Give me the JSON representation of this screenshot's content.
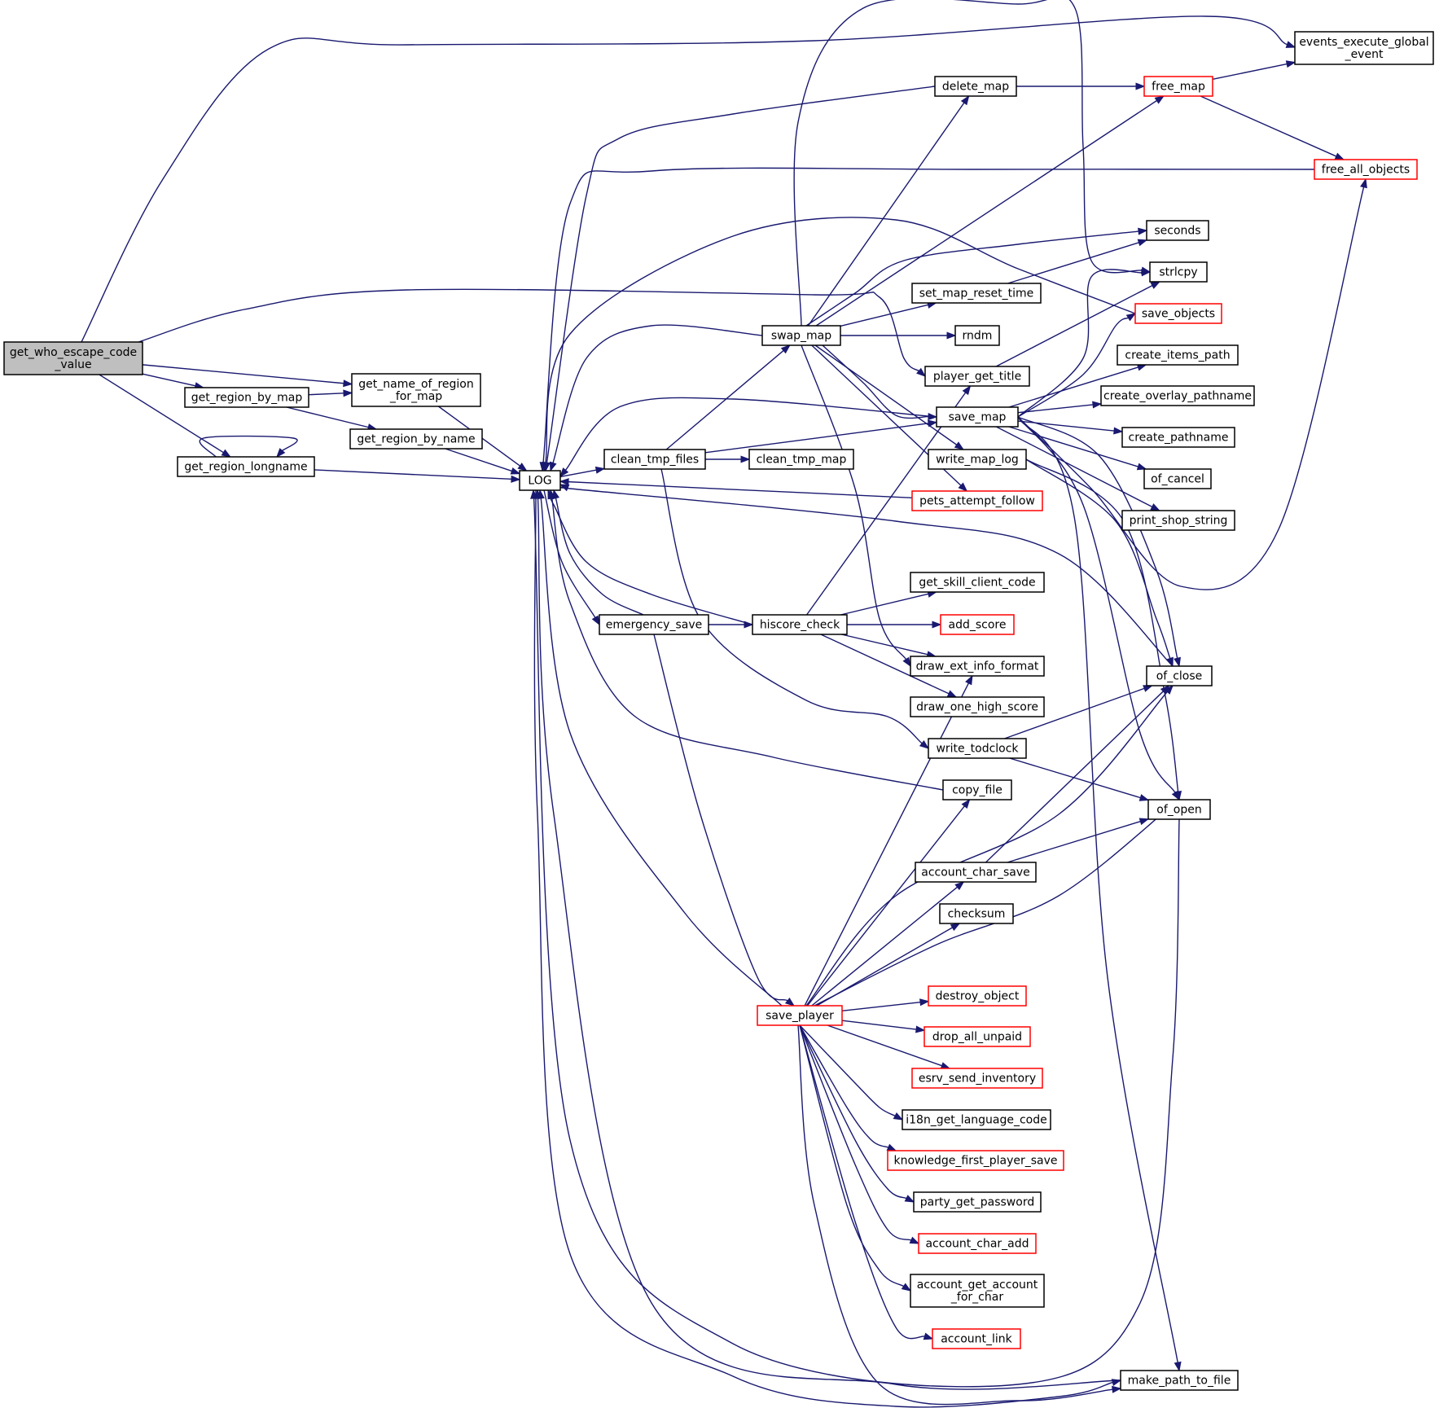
{
  "nodes": [
    {
      "id": "get_who",
      "lines": [
        "get_who_escape_code",
        "_value"
      ],
      "color": "root"
    },
    {
      "id": "get_region_by_map",
      "lines": [
        "get_region_by_map"
      ],
      "color": "black"
    },
    {
      "id": "get_region_longname",
      "lines": [
        "get_region_longname"
      ],
      "color": "black"
    },
    {
      "id": "get_name_of_region",
      "lines": [
        "get_name_of_region",
        "_for_map"
      ],
      "color": "black"
    },
    {
      "id": "get_region_by_name",
      "lines": [
        "get_region_by_name"
      ],
      "color": "black"
    },
    {
      "id": "LOG",
      "lines": [
        "LOG"
      ],
      "color": "black"
    },
    {
      "id": "clean_tmp_files",
      "lines": [
        "clean_tmp_files"
      ],
      "color": "black"
    },
    {
      "id": "emergency_save",
      "lines": [
        "emergency_save"
      ],
      "color": "black"
    },
    {
      "id": "swap_map",
      "lines": [
        "swap_map"
      ],
      "color": "black"
    },
    {
      "id": "clean_tmp_map",
      "lines": [
        "clean_tmp_map"
      ],
      "color": "black"
    },
    {
      "id": "hiscore_check",
      "lines": [
        "hiscore_check"
      ],
      "color": "black"
    },
    {
      "id": "save_player",
      "lines": [
        "save_player"
      ],
      "color": "red"
    },
    {
      "id": "delete_map",
      "lines": [
        "delete_map"
      ],
      "color": "black"
    },
    {
      "id": "set_map_reset_time",
      "lines": [
        "set_map_reset_time"
      ],
      "color": "black"
    },
    {
      "id": "rndm",
      "lines": [
        "rndm"
      ],
      "color": "black"
    },
    {
      "id": "player_get_title",
      "lines": [
        "player_get_title"
      ],
      "color": "black"
    },
    {
      "id": "save_map",
      "lines": [
        "save_map"
      ],
      "color": "black"
    },
    {
      "id": "write_map_log",
      "lines": [
        "write_map_log"
      ],
      "color": "black"
    },
    {
      "id": "pets_attempt_follow",
      "lines": [
        "pets_attempt_follow"
      ],
      "color": "red"
    },
    {
      "id": "get_skill_client_code",
      "lines": [
        "get_skill_client_code"
      ],
      "color": "black"
    },
    {
      "id": "add_score",
      "lines": [
        "add_score"
      ],
      "color": "red"
    },
    {
      "id": "draw_ext_info_format",
      "lines": [
        "draw_ext_info_format"
      ],
      "color": "black"
    },
    {
      "id": "draw_one_high_score",
      "lines": [
        "draw_one_high_score"
      ],
      "color": "black"
    },
    {
      "id": "write_todclock",
      "lines": [
        "write_todclock"
      ],
      "color": "black"
    },
    {
      "id": "copy_file",
      "lines": [
        "copy_file"
      ],
      "color": "black"
    },
    {
      "id": "account_char_save",
      "lines": [
        "account_char_save"
      ],
      "color": "black"
    },
    {
      "id": "checksum",
      "lines": [
        "checksum"
      ],
      "color": "black"
    },
    {
      "id": "destroy_object",
      "lines": [
        "destroy_object"
      ],
      "color": "red"
    },
    {
      "id": "drop_all_unpaid",
      "lines": [
        "drop_all_unpaid"
      ],
      "color": "red"
    },
    {
      "id": "esrv_send_inventory",
      "lines": [
        "esrv_send_inventory"
      ],
      "color": "red"
    },
    {
      "id": "i18n_get_language_code",
      "lines": [
        "i18n_get_language_code"
      ],
      "color": "black"
    },
    {
      "id": "knowledge_first_player_save",
      "lines": [
        "knowledge_first_player_save"
      ],
      "color": "red"
    },
    {
      "id": "party_get_password",
      "lines": [
        "party_get_password"
      ],
      "color": "black"
    },
    {
      "id": "account_char_add",
      "lines": [
        "account_char_add"
      ],
      "color": "red"
    },
    {
      "id": "account_get_account_for_char",
      "lines": [
        "account_get_account",
        "_for_char"
      ],
      "color": "black"
    },
    {
      "id": "account_link",
      "lines": [
        "account_link"
      ],
      "color": "red"
    },
    {
      "id": "events_execute_global_event",
      "lines": [
        "events_execute_global",
        "_event"
      ],
      "color": "black"
    },
    {
      "id": "free_map",
      "lines": [
        "free_map"
      ],
      "color": "red"
    },
    {
      "id": "free_all_objects",
      "lines": [
        "free_all_objects"
      ],
      "color": "red"
    },
    {
      "id": "seconds",
      "lines": [
        "seconds"
      ],
      "color": "black"
    },
    {
      "id": "strlcpy",
      "lines": [
        "strlcpy"
      ],
      "color": "black"
    },
    {
      "id": "save_objects",
      "lines": [
        "save_objects"
      ],
      "color": "red"
    },
    {
      "id": "create_items_path",
      "lines": [
        "create_items_path"
      ],
      "color": "black"
    },
    {
      "id": "create_overlay_pathname",
      "lines": [
        "create_overlay_pathname"
      ],
      "color": "black"
    },
    {
      "id": "create_pathname",
      "lines": [
        "create_pathname"
      ],
      "color": "black"
    },
    {
      "id": "of_cancel",
      "lines": [
        "of_cancel"
      ],
      "color": "black"
    },
    {
      "id": "print_shop_string",
      "lines": [
        "print_shop_string"
      ],
      "color": "black"
    },
    {
      "id": "of_close",
      "lines": [
        "of_close"
      ],
      "color": "black"
    },
    {
      "id": "of_open",
      "lines": [
        "of_open"
      ],
      "color": "black"
    },
    {
      "id": "make_path_to_file",
      "lines": [
        "make_path_to_file"
      ],
      "color": "black"
    }
  ],
  "edges": [
    [
      "get_who",
      "get_region_by_map"
    ],
    [
      "get_who",
      "get_region_longname"
    ],
    [
      "get_who",
      "get_name_of_region"
    ],
    [
      "get_who",
      "events_execute_global_event"
    ],
    [
      "get_who",
      "player_get_title"
    ],
    [
      "get_region_by_map",
      "get_name_of_region"
    ],
    [
      "get_region_by_map",
      "get_region_by_name"
    ],
    [
      "get_region_longname",
      "get_region_longname"
    ],
    [
      "get_region_longname",
      "LOG"
    ],
    [
      "get_name_of_region",
      "LOG"
    ],
    [
      "get_region_by_name",
      "LOG"
    ],
    [
      "LOG",
      "clean_tmp_files"
    ],
    [
      "LOG",
      "emergency_save"
    ],
    [
      "LOG",
      "make_path_to_file"
    ],
    [
      "clean_tmp_files",
      "swap_map"
    ],
    [
      "clean_tmp_files",
      "clean_tmp_map"
    ],
    [
      "clean_tmp_files",
      "save_map"
    ],
    [
      "clean_tmp_files",
      "write_todclock"
    ],
    [
      "emergency_save",
      "LOG"
    ],
    [
      "emergency_save",
      "hiscore_check"
    ],
    [
      "emergency_save",
      "save_player"
    ],
    [
      "swap_map",
      "LOG"
    ],
    [
      "swap_map",
      "delete_map"
    ],
    [
      "swap_map",
      "free_map"
    ],
    [
      "swap_map",
      "seconds"
    ],
    [
      "swap_map",
      "set_map_reset_time"
    ],
    [
      "swap_map",
      "rndm"
    ],
    [
      "swap_map",
      "save_map"
    ],
    [
      "swap_map",
      "write_map_log"
    ],
    [
      "swap_map",
      "pets_attempt_follow"
    ],
    [
      "swap_map",
      "draw_ext_info_format"
    ],
    [
      "swap_map",
      "strlcpy"
    ],
    [
      "hiscore_check",
      "LOG"
    ],
    [
      "hiscore_check",
      "player_get_title"
    ],
    [
      "hiscore_check",
      "get_skill_client_code"
    ],
    [
      "hiscore_check",
      "add_score"
    ],
    [
      "hiscore_check",
      "draw_ext_info_format"
    ],
    [
      "hiscore_check",
      "draw_one_high_score"
    ],
    [
      "save_player",
      "LOG"
    ],
    [
      "save_player",
      "copy_file"
    ],
    [
      "save_player",
      "draw_ext_info_format"
    ],
    [
      "save_player",
      "account_char_save"
    ],
    [
      "save_player",
      "checksum"
    ],
    [
      "save_player",
      "destroy_object"
    ],
    [
      "save_player",
      "drop_all_unpaid"
    ],
    [
      "save_player",
      "esrv_send_inventory"
    ],
    [
      "save_player",
      "i18n_get_language_code"
    ],
    [
      "save_player",
      "knowledge_first_player_save"
    ],
    [
      "save_player",
      "party_get_password"
    ],
    [
      "save_player",
      "account_char_add"
    ],
    [
      "save_player",
      "account_get_account_for_char"
    ],
    [
      "save_player",
      "account_link"
    ],
    [
      "save_player",
      "of_close"
    ],
    [
      "save_player",
      "of_open"
    ],
    [
      "save_player",
      "make_path_to_file"
    ],
    [
      "delete_map",
      "LOG"
    ],
    [
      "delete_map",
      "free_map"
    ],
    [
      "free_map",
      "events_execute_global_event"
    ],
    [
      "free_map",
      "free_all_objects"
    ],
    [
      "free_all_objects",
      "LOG"
    ],
    [
      "set_map_reset_time",
      "seconds"
    ],
    [
      "player_get_title",
      "strlcpy"
    ],
    [
      "save_map",
      "LOG"
    ],
    [
      "save_map",
      "strlcpy"
    ],
    [
      "save_map",
      "save_objects"
    ],
    [
      "save_map",
      "create_items_path"
    ],
    [
      "save_map",
      "create_overlay_pathname"
    ],
    [
      "save_map",
      "create_pathname"
    ],
    [
      "save_map",
      "of_cancel"
    ],
    [
      "save_map",
      "print_shop_string"
    ],
    [
      "save_map",
      "free_all_objects"
    ],
    [
      "save_map",
      "of_close"
    ],
    [
      "save_map",
      "of_open"
    ],
    [
      "save_map",
      "make_path_to_file"
    ],
    [
      "write_map_log",
      "of_close"
    ],
    [
      "write_map_log",
      "of_open"
    ],
    [
      "pets_attempt_follow",
      "LOG"
    ],
    [
      "save_objects",
      "LOG"
    ],
    [
      "write_todclock",
      "of_close"
    ],
    [
      "write_todclock",
      "of_open"
    ],
    [
      "copy_file",
      "LOG"
    ],
    [
      "account_char_save",
      "of_close"
    ],
    [
      "account_char_save",
      "of_open"
    ],
    [
      "of_close",
      "LOG"
    ],
    [
      "of_open",
      "LOG"
    ],
    [
      "make_path_to_file",
      "LOG"
    ]
  ]
}
